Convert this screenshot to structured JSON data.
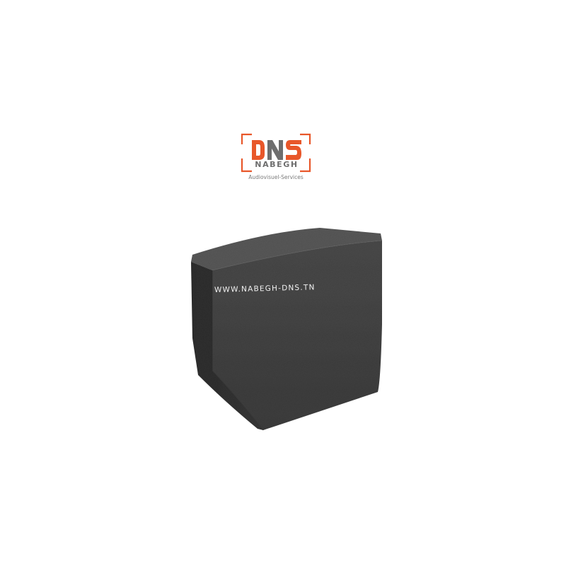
{
  "logo": {
    "brand_name": "NABEGH",
    "tagline": "Audiovisuel-Services",
    "accent_color": "#e8572a",
    "dark_color": "#6e6e6e",
    "icon": "dns-monogram-icon"
  },
  "product": {
    "subject": "foam-cube",
    "watermark": "WWW.NABEGH-DNS.TN",
    "face_colors": {
      "front": "#454545",
      "top": "#5a5a5a",
      "side": "#333333"
    }
  }
}
